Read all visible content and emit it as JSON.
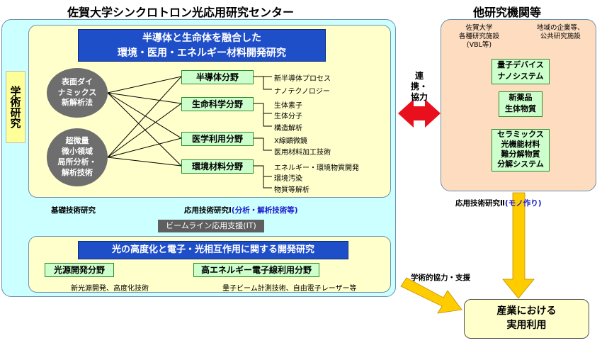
{
  "main_title": "佐賀大学シンクロトロン光応用研究センター",
  "right_title": "他研究機関等",
  "academic_research": "学術研究",
  "banner1": [
    "半導体と生命体を融合した",
    "環境・医用・エネルギー材料開発研究"
  ],
  "circles": {
    "circle1": [
      "表面ダイ",
      "ナミックス",
      "新解析法"
    ],
    "circle2": [
      "超微量",
      "微小領域",
      "局所分析・",
      "解析技術"
    ]
  },
  "fields": [
    {
      "label": "半導体分野",
      "subs": [
        "新半導体プロセス",
        "ナノテクノロジー"
      ]
    },
    {
      "label": "生命科学分野",
      "subs": [
        "生体素子",
        "生体分子",
        "構造解析"
      ]
    },
    {
      "label": "医学利用分野",
      "subs": [
        "X線顕微鏡",
        "医用材料加工技術"
      ]
    },
    {
      "label": "環境材料分野",
      "subs": [
        "エネルギー・環境物質開発",
        "環境汚染",
        "物質等解析"
      ]
    }
  ],
  "basic_research": "基礎技術研究",
  "applied1_prefix": "応用技術研究Ⅰ",
  "applied1_suffix": "(分析・解析技術等)",
  "beamline": "ビームライン応用支援(IT)",
  "banner2": "光の高度化と電子・光相互作用に関する開発研究",
  "light_source": {
    "label": "光源開発分野",
    "sub": "新光源開発、高度化技術"
  },
  "high_energy": {
    "label": "高エネルギー電子線利用分野",
    "sub": "量子ビーム計測技術、自由電子レーザー等"
  },
  "cooperation": [
    "連携・",
    "協力"
  ],
  "right_panel": {
    "saga_univ": [
      "佐賀大学",
      "各種研究施設",
      "(VBL等)"
    ],
    "local": [
      "地域の企業等、",
      "公共研究施設"
    ],
    "box1": [
      "量子デバイス",
      "ナノシステム"
    ],
    "box2": [
      "新薬品",
      "生体物質"
    ],
    "box3": [
      "セラミックス",
      "光機能材料",
      "難分解物質",
      "分解システム"
    ]
  },
  "applied2_prefix": "応用技術研究Ⅱ",
  "applied2_suffix": "(モノ作り)",
  "academic_support": "学術的協力・支援",
  "industry": [
    "産業における",
    "実用利用"
  ],
  "colors": {
    "banner_blue": "#1f4ec9",
    "arrow_red": "#e8101c",
    "arrow_yellow": "#ffcc00",
    "panel_cyan": "#ccffff",
    "panel_yellow": "#ffffcc",
    "panel_peach": "#fddcbf"
  }
}
